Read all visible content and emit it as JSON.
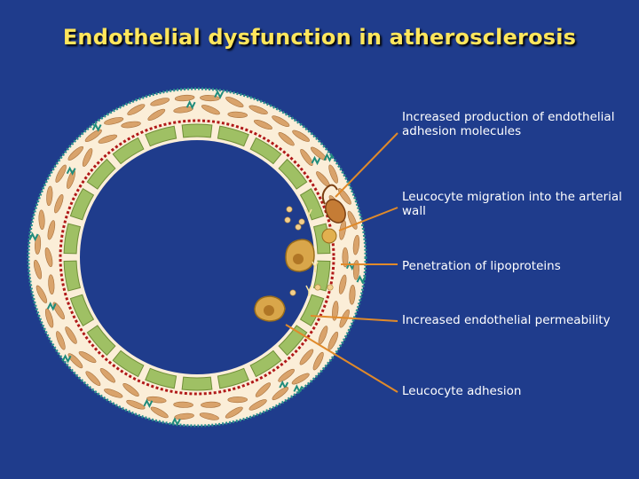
{
  "title": "Endothelial dysfunction in atherosclerosis",
  "labels": [
    "Increased production of endothelial adhesion molecules",
    "Leucocyte migration into the arterial wall",
    "Penetration of lipoproteins",
    "Increased endothelial permeability",
    "Leucocyte adhesion"
  ],
  "colors": {
    "background": "#1f3c8c",
    "title": "#ffe65c",
    "vessel_wall": "#fbeed8",
    "endothelium": "#9fc064",
    "internal_elastic_lamina": "#b01818",
    "smooth_muscle_cell": "#d9a36b",
    "pointer_line": "#e08a2a",
    "leucocyte": "#d9a64a"
  }
}
